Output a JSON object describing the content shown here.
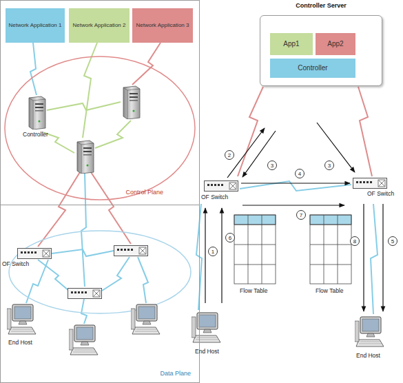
{
  "diagram": {
    "nodes": [
      {
        "text": [
          "Network Application 1"
        ]
      },
      {
        "text": [
          "Network Application 2"
        ]
      },
      {
        "text": [
          "Network Application 3"
        ]
      },
      {
        "text": [
          "Control Plane"
        ]
      },
      {
        "text": [
          "Data Plane"
        ]
      },
      {
        "text": [
          "Controller Server"
        ]
      },
      {
        "text": [
          "App1"
        ],
        "in": 5
      },
      {
        "text": [
          "App2"
        ],
        "in": 5
      },
      {
        "text": [
          "Controller"
        ],
        "in": 5
      }
    ],
    "labels": [
      "Controller",
      "OF Switch",
      "End Host",
      "1",
      "2",
      "3",
      "4",
      "3",
      "5",
      "6",
      "7",
      "8",
      "OF Switch",
      "OF Switch",
      "Flow Table",
      "Flow Table",
      "End Host",
      "End Host"
    ]
  }
}
